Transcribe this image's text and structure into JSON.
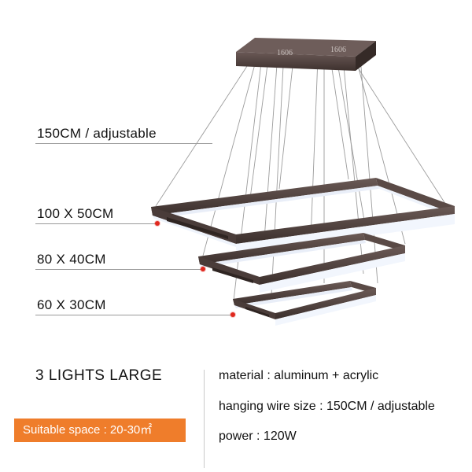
{
  "canopy": {
    "engraving_left": "1606",
    "engraving_right": "1606"
  },
  "dimensions": {
    "wire": "150CM / adjustable",
    "ring_large": "100 X 50CM",
    "ring_medium": "80 X 40CM",
    "ring_small": "60 X 30CM"
  },
  "product": {
    "title": "3 LIGHTS LARGE",
    "suitable_space": "Suitable space : 20-30㎡"
  },
  "specs": [
    "material : aluminum + acrylic",
    "hanging wire size : 150CM / adjustable",
    "power : 120W"
  ],
  "colors": {
    "frame": "#5a4a46",
    "frame_dark": "#3d302d",
    "diffuser": "#eef3fb",
    "badge": "#ef7d2b",
    "marker": "#e0281e"
  }
}
